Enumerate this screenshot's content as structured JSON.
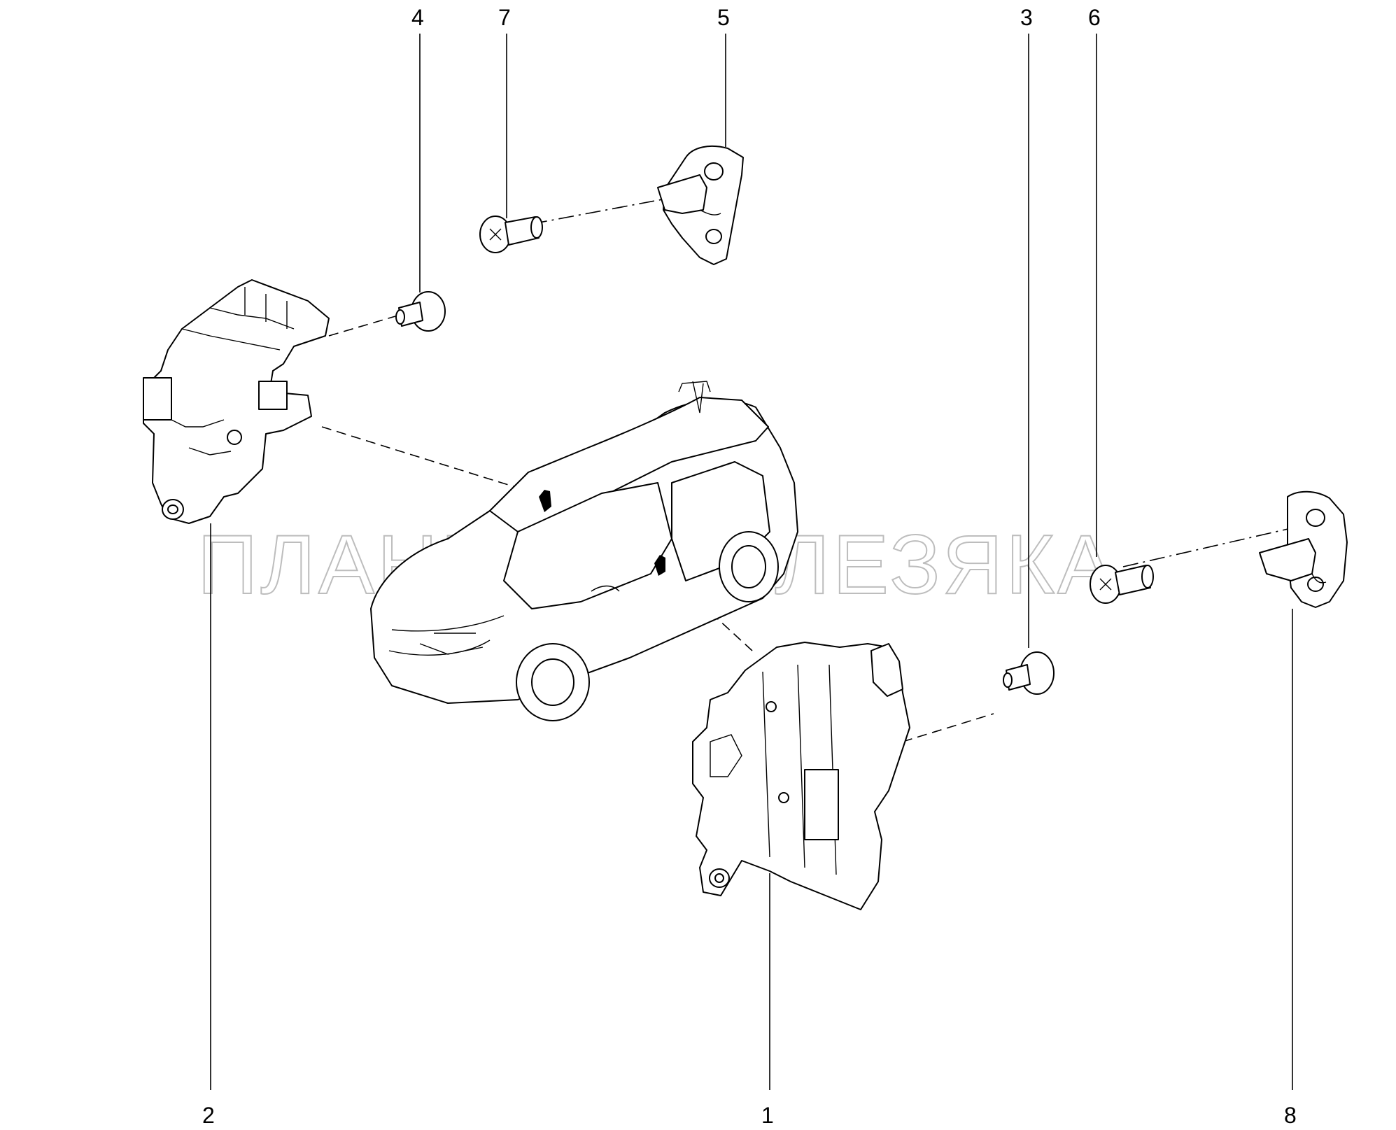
{
  "diagram": {
    "callouts": [
      "1",
      "2",
      "3",
      "4",
      "5",
      "6",
      "7",
      "8"
    ],
    "watermark": "ПЛАНЕТА ЖЕЛЕЗЯКА"
  },
  "colors": {
    "line": "#000000",
    "background": "#ffffff",
    "watermark": "#bdbdbd"
  }
}
